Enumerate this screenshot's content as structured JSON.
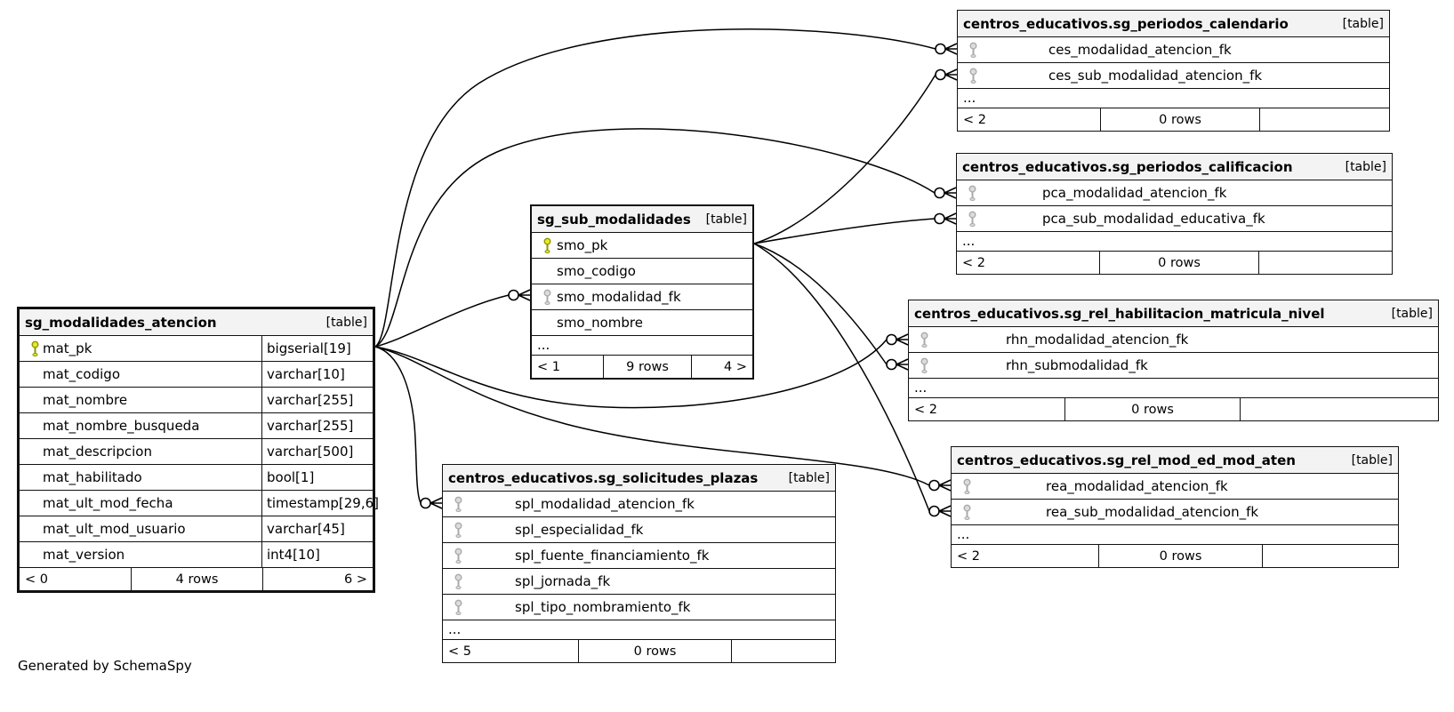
{
  "diagram": {
    "note": "Generated by SchemaSpy",
    "ellipsis_label": "..."
  },
  "icon_colors": {
    "primary_key_fill": "#e6e926",
    "primary_key_stroke": "#8f9400",
    "foreign_key_fill": "#dcdcdc",
    "foreign_key_stroke": "#aaaaaa"
  },
  "tables": [
    {
      "id": "sg_modalidades_atencion",
      "title": "sg_modalidades_atencion",
      "badge": "[table]",
      "rows": [
        {
          "name": "mat_pk",
          "type": "bigserial[19]",
          "icon": "primary-key"
        },
        {
          "name": "mat_codigo",
          "type": "varchar[10]",
          "icon": ""
        },
        {
          "name": "mat_nombre",
          "type": "varchar[255]",
          "icon": ""
        },
        {
          "name": "mat_nombre_busqueda",
          "type": "varchar[255]",
          "icon": ""
        },
        {
          "name": "mat_descripcion",
          "type": "varchar[500]",
          "icon": ""
        },
        {
          "name": "mat_habilitado",
          "type": "bool[1]",
          "icon": ""
        },
        {
          "name": "mat_ult_mod_fecha",
          "type": "timestamp[29,6]",
          "icon": ""
        },
        {
          "name": "mat_ult_mod_usuario",
          "type": "varchar[45]",
          "icon": ""
        },
        {
          "name": "mat_version",
          "type": "int4[10]",
          "icon": ""
        }
      ],
      "ellipsis": false,
      "footer": {
        "left": "< 0",
        "center": "4 rows",
        "right": "6 >"
      }
    },
    {
      "id": "sg_sub_modalidades",
      "title": "sg_sub_modalidades",
      "badge": "[table]",
      "rows": [
        {
          "name": "smo_pk",
          "icon": "primary-key"
        },
        {
          "name": "smo_codigo",
          "icon": ""
        },
        {
          "name": "smo_modalidad_fk",
          "icon": "foreign-key"
        },
        {
          "name": "smo_nombre",
          "icon": ""
        }
      ],
      "ellipsis": true,
      "footer": {
        "left": "< 1",
        "center": "9 rows",
        "right": "4 >"
      }
    },
    {
      "id": "centros_educativos.sg_periodos_calendario",
      "title": "centros_educativos.sg_periodos_calendario",
      "badge": "[table]",
      "rows": [
        {
          "name": "ces_modalidad_atencion_fk",
          "icon": "foreign-key"
        },
        {
          "name": "ces_sub_modalidad_atencion_fk",
          "icon": "foreign-key"
        }
      ],
      "ellipsis": true,
      "footer": {
        "left": "< 2",
        "center": "0 rows",
        "right": ""
      }
    },
    {
      "id": "centros_educativos.sg_periodos_calificacion",
      "title": "centros_educativos.sg_periodos_calificacion",
      "badge": "[table]",
      "rows": [
        {
          "name": "pca_modalidad_atencion_fk",
          "icon": "foreign-key"
        },
        {
          "name": "pca_sub_modalidad_educativa_fk",
          "icon": "foreign-key"
        }
      ],
      "ellipsis": true,
      "footer": {
        "left": "< 2",
        "center": "0 rows",
        "right": ""
      }
    },
    {
      "id": "centros_educativos.sg_rel_habilitacion_matricula_nivel",
      "title": "centros_educativos.sg_rel_habilitacion_matricula_nivel",
      "badge": "[table]",
      "rows": [
        {
          "name": "rhn_modalidad_atencion_fk",
          "icon": "foreign-key"
        },
        {
          "name": "rhn_submodalidad_fk",
          "icon": "foreign-key"
        }
      ],
      "ellipsis": true,
      "footer": {
        "left": "< 2",
        "center": "0 rows",
        "right": ""
      }
    },
    {
      "id": "centros_educativos.sg_rel_mod_ed_mod_aten",
      "title": "centros_educativos.sg_rel_mod_ed_mod_aten",
      "badge": "[table]",
      "rows": [
        {
          "name": "rea_modalidad_atencion_fk",
          "icon": "foreign-key"
        },
        {
          "name": "rea_sub_modalidad_atencion_fk",
          "icon": "foreign-key"
        }
      ],
      "ellipsis": true,
      "footer": {
        "left": "< 2",
        "center": "0 rows",
        "right": ""
      }
    },
    {
      "id": "centros_educativos.sg_solicitudes_plazas",
      "title": "centros_educativos.sg_solicitudes_plazas",
      "badge": "[table]",
      "rows": [
        {
          "name": "spl_modalidad_atencion_fk",
          "icon": "foreign-key"
        },
        {
          "name": "spl_especialidad_fk",
          "icon": "foreign-key"
        },
        {
          "name": "spl_fuente_financiamiento_fk",
          "icon": "foreign-key"
        },
        {
          "name": "spl_jornada_fk",
          "icon": "foreign-key"
        },
        {
          "name": "spl_tipo_nombramiento_fk",
          "icon": "foreign-key"
        }
      ],
      "ellipsis": true,
      "footer": {
        "left": "< 5",
        "center": "0 rows",
        "right": ""
      }
    }
  ],
  "relationships": [
    {
      "from": "sg_modalidades_atencion.mat_pk",
      "to": "sg_sub_modalidades.smo_modalidad_fk"
    },
    {
      "from": "sg_modalidades_atencion.mat_pk",
      "to": "centros_educativos.sg_periodos_calendario.ces_modalidad_atencion_fk"
    },
    {
      "from": "sg_modalidades_atencion.mat_pk",
      "to": "centros_educativos.sg_periodos_calificacion.pca_modalidad_atencion_fk"
    },
    {
      "from": "sg_modalidades_atencion.mat_pk",
      "to": "centros_educativos.sg_rel_habilitacion_matricula_nivel.rhn_modalidad_atencion_fk"
    },
    {
      "from": "sg_modalidades_atencion.mat_pk",
      "to": "centros_educativos.sg_rel_mod_ed_mod_aten.rea_modalidad_atencion_fk"
    },
    {
      "from": "sg_modalidades_atencion.mat_pk",
      "to": "centros_educativos.sg_solicitudes_plazas.spl_modalidad_atencion_fk"
    },
    {
      "from": "sg_sub_modalidades.smo_pk",
      "to": "centros_educativos.sg_periodos_calendario.ces_sub_modalidad_atencion_fk"
    },
    {
      "from": "sg_sub_modalidades.smo_pk",
      "to": "centros_educativos.sg_periodos_calificacion.pca_sub_modalidad_educativa_fk"
    },
    {
      "from": "sg_sub_modalidades.smo_pk",
      "to": "centros_educativos.sg_rel_habilitacion_matricula_nivel.rhn_submodalidad_fk"
    },
    {
      "from": "sg_sub_modalidades.smo_pk",
      "to": "centros_educativos.sg_rel_mod_ed_mod_aten.rea_sub_modalidad_atencion_fk"
    }
  ]
}
